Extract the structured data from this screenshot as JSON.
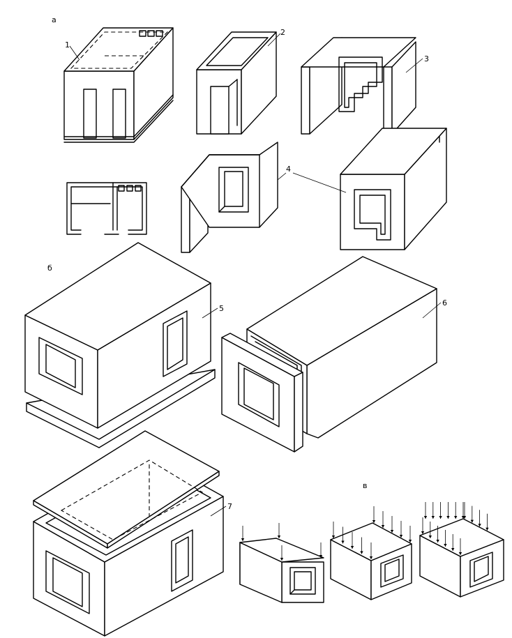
{
  "section_labels": {
    "a": "a",
    "b": "б",
    "c": "в"
  },
  "callouts": [
    "1",
    "2",
    "3",
    "4",
    "5",
    "6",
    "7"
  ],
  "load_arrow_counts": {
    "box_small": 4,
    "box_medium": 10,
    "box_large": 16
  }
}
